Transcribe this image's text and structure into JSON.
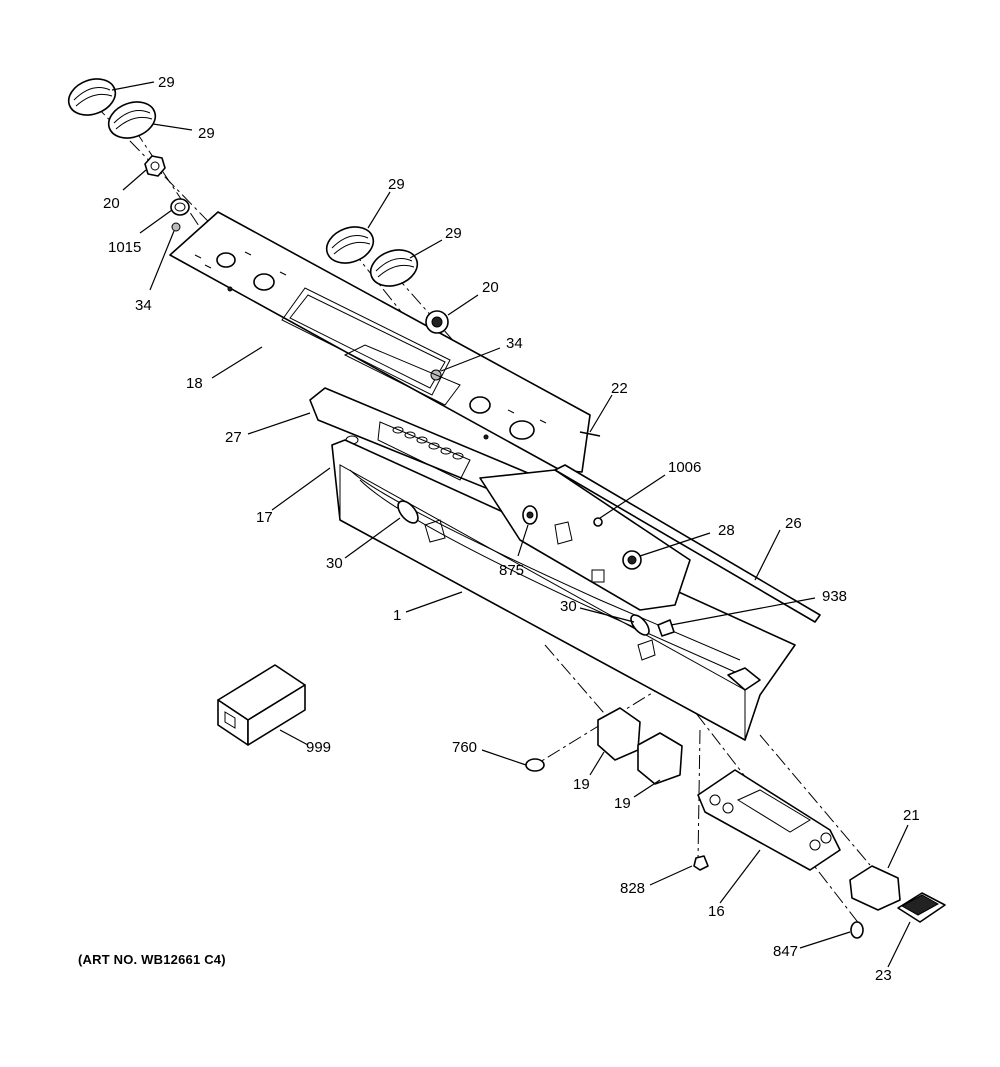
{
  "caption": "(ART NO. WB12661 C4)",
  "callouts": [
    {
      "label": "29"
    },
    {
      "label": "29"
    },
    {
      "label": "20"
    },
    {
      "label": "1015"
    },
    {
      "label": "34"
    },
    {
      "label": "29"
    },
    {
      "label": "29"
    },
    {
      "label": "20"
    },
    {
      "label": "34"
    },
    {
      "label": "18"
    },
    {
      "label": "22"
    },
    {
      "label": "27"
    },
    {
      "label": "1006"
    },
    {
      "label": "28"
    },
    {
      "label": "26"
    },
    {
      "label": "17"
    },
    {
      "label": "30"
    },
    {
      "label": "875"
    },
    {
      "label": "938"
    },
    {
      "label": "30"
    },
    {
      "label": "1"
    },
    {
      "label": "999"
    },
    {
      "label": "760"
    },
    {
      "label": "19"
    },
    {
      "label": "19"
    },
    {
      "label": "21"
    },
    {
      "label": "828"
    },
    {
      "label": "16"
    },
    {
      "label": "847"
    },
    {
      "label": "23"
    }
  ]
}
